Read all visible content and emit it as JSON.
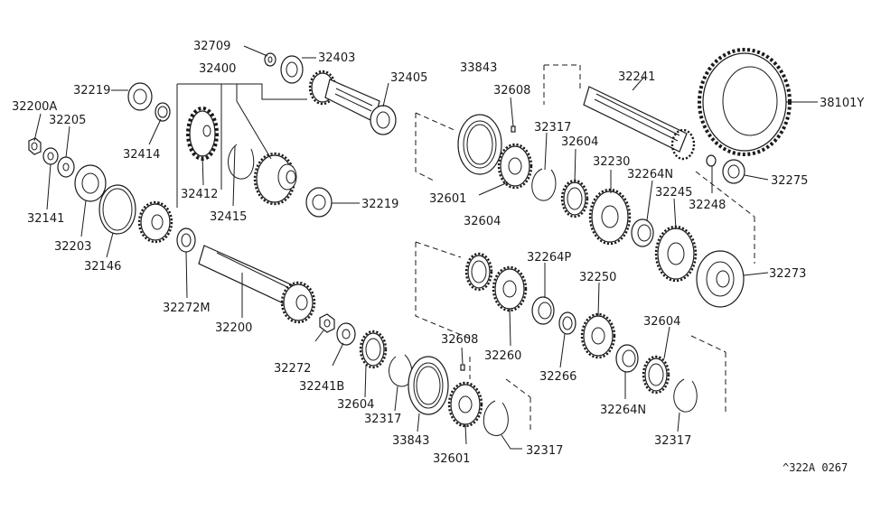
{
  "parts": {
    "p32709": "32709",
    "p32403": "32403",
    "p32400": "32400",
    "p32405": "32405",
    "p33843_top": "33843",
    "p32608_top": "32608",
    "p32241": "32241",
    "p38101Y": "38101Y",
    "p32219_top": "32219",
    "p32200A": "32200A",
    "p32205": "32205",
    "p32414": "32414",
    "p32317_top": "32317",
    "p32604_top": "32604",
    "p32230": "32230",
    "p32264N_top": "32264N",
    "p32245": "32245",
    "p32275": "32275",
    "p32412": "32412",
    "p32248": "32248",
    "p32141": "32141",
    "p32415": "32415",
    "p32219_mid": "32219",
    "p32601_top": "32601",
    "p32203": "32203",
    "p32604_mid": "32604",
    "p32264P": "32264P",
    "p32146": "32146",
    "p32250": "32250",
    "p32273": "32273",
    "p32272M": "32272M",
    "p32200": "32200",
    "p32604_right": "32604",
    "p32608_bot": "32608",
    "p32272": "32272",
    "p32260": "32260",
    "p32266": "32266",
    "p32241B": "32241B",
    "p32604_bot": "32604",
    "p32317_mid": "32317",
    "p32264N_bot": "32264N",
    "p33843_bot": "33843",
    "p32317_bot": "32317",
    "p32317_right": "32317",
    "p32601_bot": "32601"
  },
  "ref_code": "^322A 0267"
}
